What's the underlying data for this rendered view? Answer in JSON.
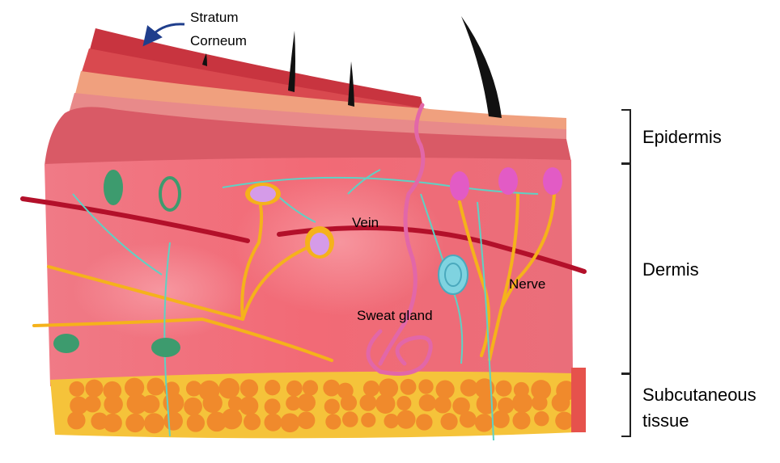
{
  "labels": {
    "stratum_line1": "Stratum",
    "stratum_line2": "Corneum",
    "vein": "Vein",
    "sweat_gland": "Sweat gland",
    "nerve": "Nerve",
    "epidermis": "Epidermis",
    "dermis": "Dermis",
    "subcutaneous_line1": "Subcutaneous",
    "subcutaneous_line2": "tissue"
  },
  "colors": {
    "dermis": "#ee6f7b",
    "epidermis": "#d95a66",
    "fat": "#f08a2c",
    "fat_base": "#f5c33a",
    "vein": "#b3102a",
    "nerve": "#f5b21b",
    "sweat_duct": "#e267a8",
    "capillary": "#5fd1c4",
    "hair": "#111111",
    "arrow": "#1f3e8c"
  }
}
